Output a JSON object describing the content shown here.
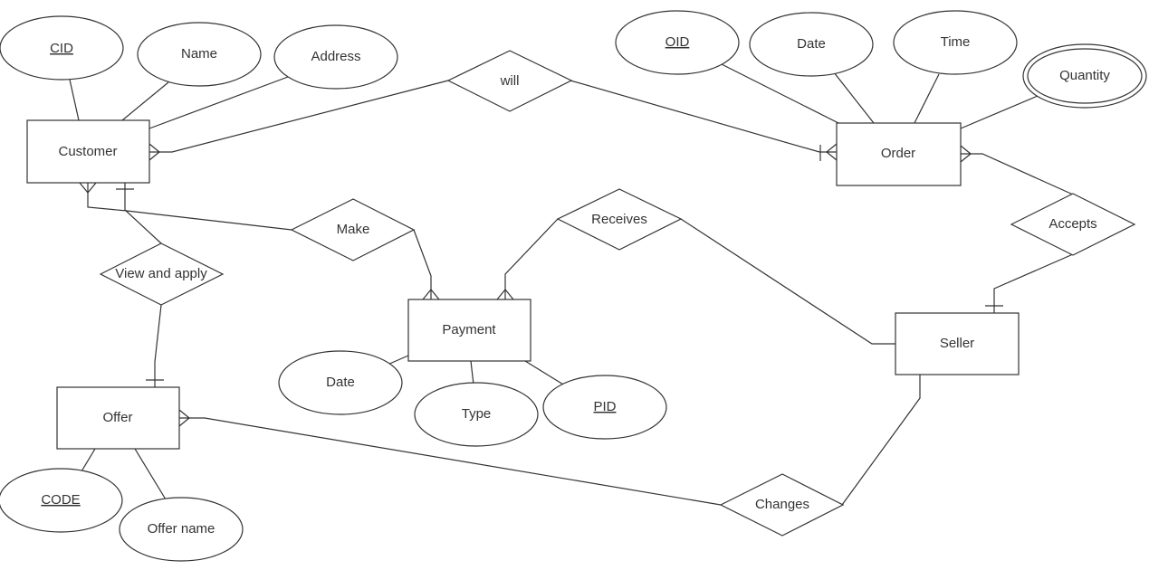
{
  "entities": {
    "customer": "Customer",
    "order": "Order",
    "payment": "Payment",
    "seller": "Seller",
    "offer": "Offer"
  },
  "relationships": {
    "will": "will",
    "make": "Make",
    "receives": "Receives",
    "accepts": "Accepts",
    "view_and_apply": "View and apply",
    "changes": "Changes"
  },
  "attributes": {
    "customer": [
      {
        "label": "CID",
        "key": true
      },
      {
        "label": "Name",
        "key": false
      },
      {
        "label": "Address",
        "key": false
      }
    ],
    "order": [
      {
        "label": "OID",
        "key": true
      },
      {
        "label": "Date",
        "key": false
      },
      {
        "label": "Time",
        "key": false
      },
      {
        "label": "Quantity",
        "key": false,
        "multivalued": true
      }
    ],
    "payment": [
      {
        "label": "Date",
        "key": false
      },
      {
        "label": "Type",
        "key": false
      },
      {
        "label": "PID",
        "key": true
      }
    ],
    "offer": [
      {
        "label": "CODE",
        "key": true
      },
      {
        "label": "Offer name",
        "key": false
      }
    ]
  }
}
